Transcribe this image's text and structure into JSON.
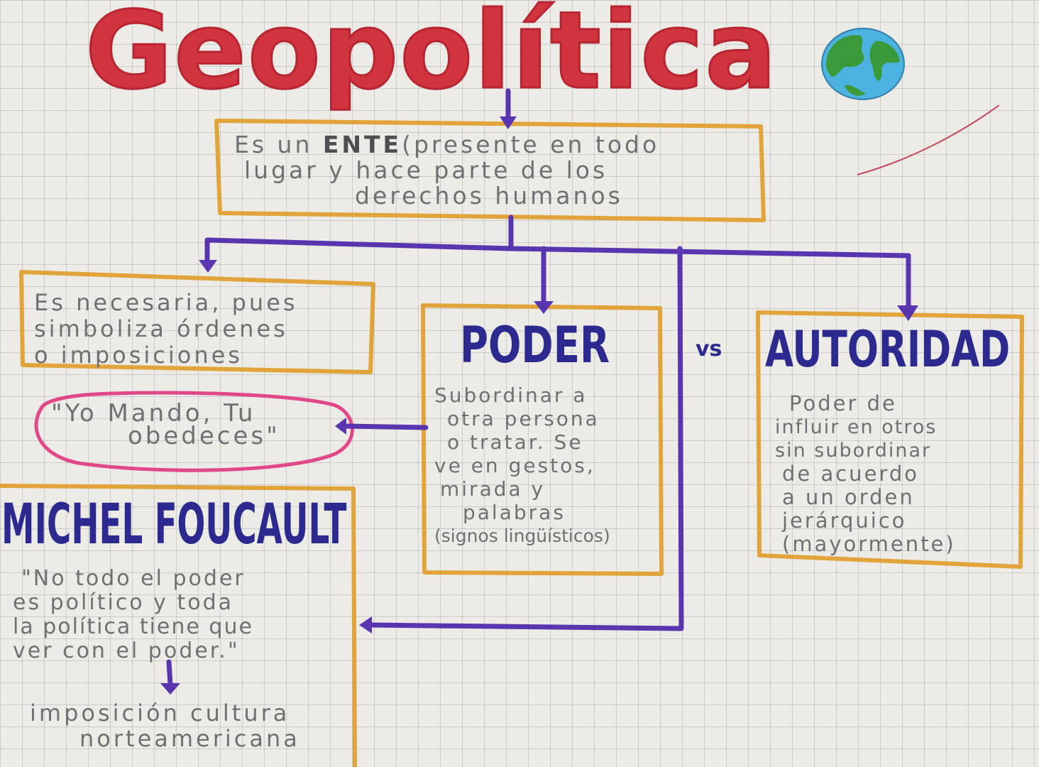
{
  "title": "Geopolítica",
  "colors": {
    "title_red": "#d0343f",
    "box_orange": "#e0a43a",
    "connector_purple": "#5a35b0",
    "heading_blue": "#2c2a8f",
    "quote_pink": "#e0488a",
    "globe_blue": "#4cb3e0",
    "globe_green": "#3a9a3a",
    "note_gray": "#6f6f74"
  },
  "icons": [
    "globe-icon"
  ],
  "ente": {
    "prefix": "Es un ",
    "keyword": "ENTE",
    "line1_rest": "(presente en todo",
    "line2": "lugar y hace parte de los",
    "line3": "derechos humanos"
  },
  "necesaria": {
    "line1": "Es necesaria, pues",
    "line2": "simboliza órdenes",
    "line3": "o imposiciones"
  },
  "quote": {
    "line1": "\"Yo Mando, Tu",
    "line2": "obedeces\""
  },
  "poder": {
    "heading": "PODER",
    "desc": [
      "Subordinar a",
      "otra persona",
      "o tratar. Se",
      "ve en gestos,",
      "mirada y",
      "palabras",
      "(signos lingüísticos)"
    ]
  },
  "vs": "vs",
  "autoridad": {
    "heading": "AUTORIDAD",
    "desc": [
      "Poder de",
      "influir en otros",
      "sin subordinar",
      "de acuerdo",
      "a un orden",
      "jerárquico",
      "(mayormente)"
    ]
  },
  "foucault": {
    "heading": "MICHEL FOUCAULT",
    "quote": [
      "\"No todo el poder",
      "es político y toda",
      "la política tiene que",
      "ver con el poder.\""
    ]
  },
  "imposicion": {
    "line1": "imposición cultura",
    "line2": "norteamericana"
  }
}
